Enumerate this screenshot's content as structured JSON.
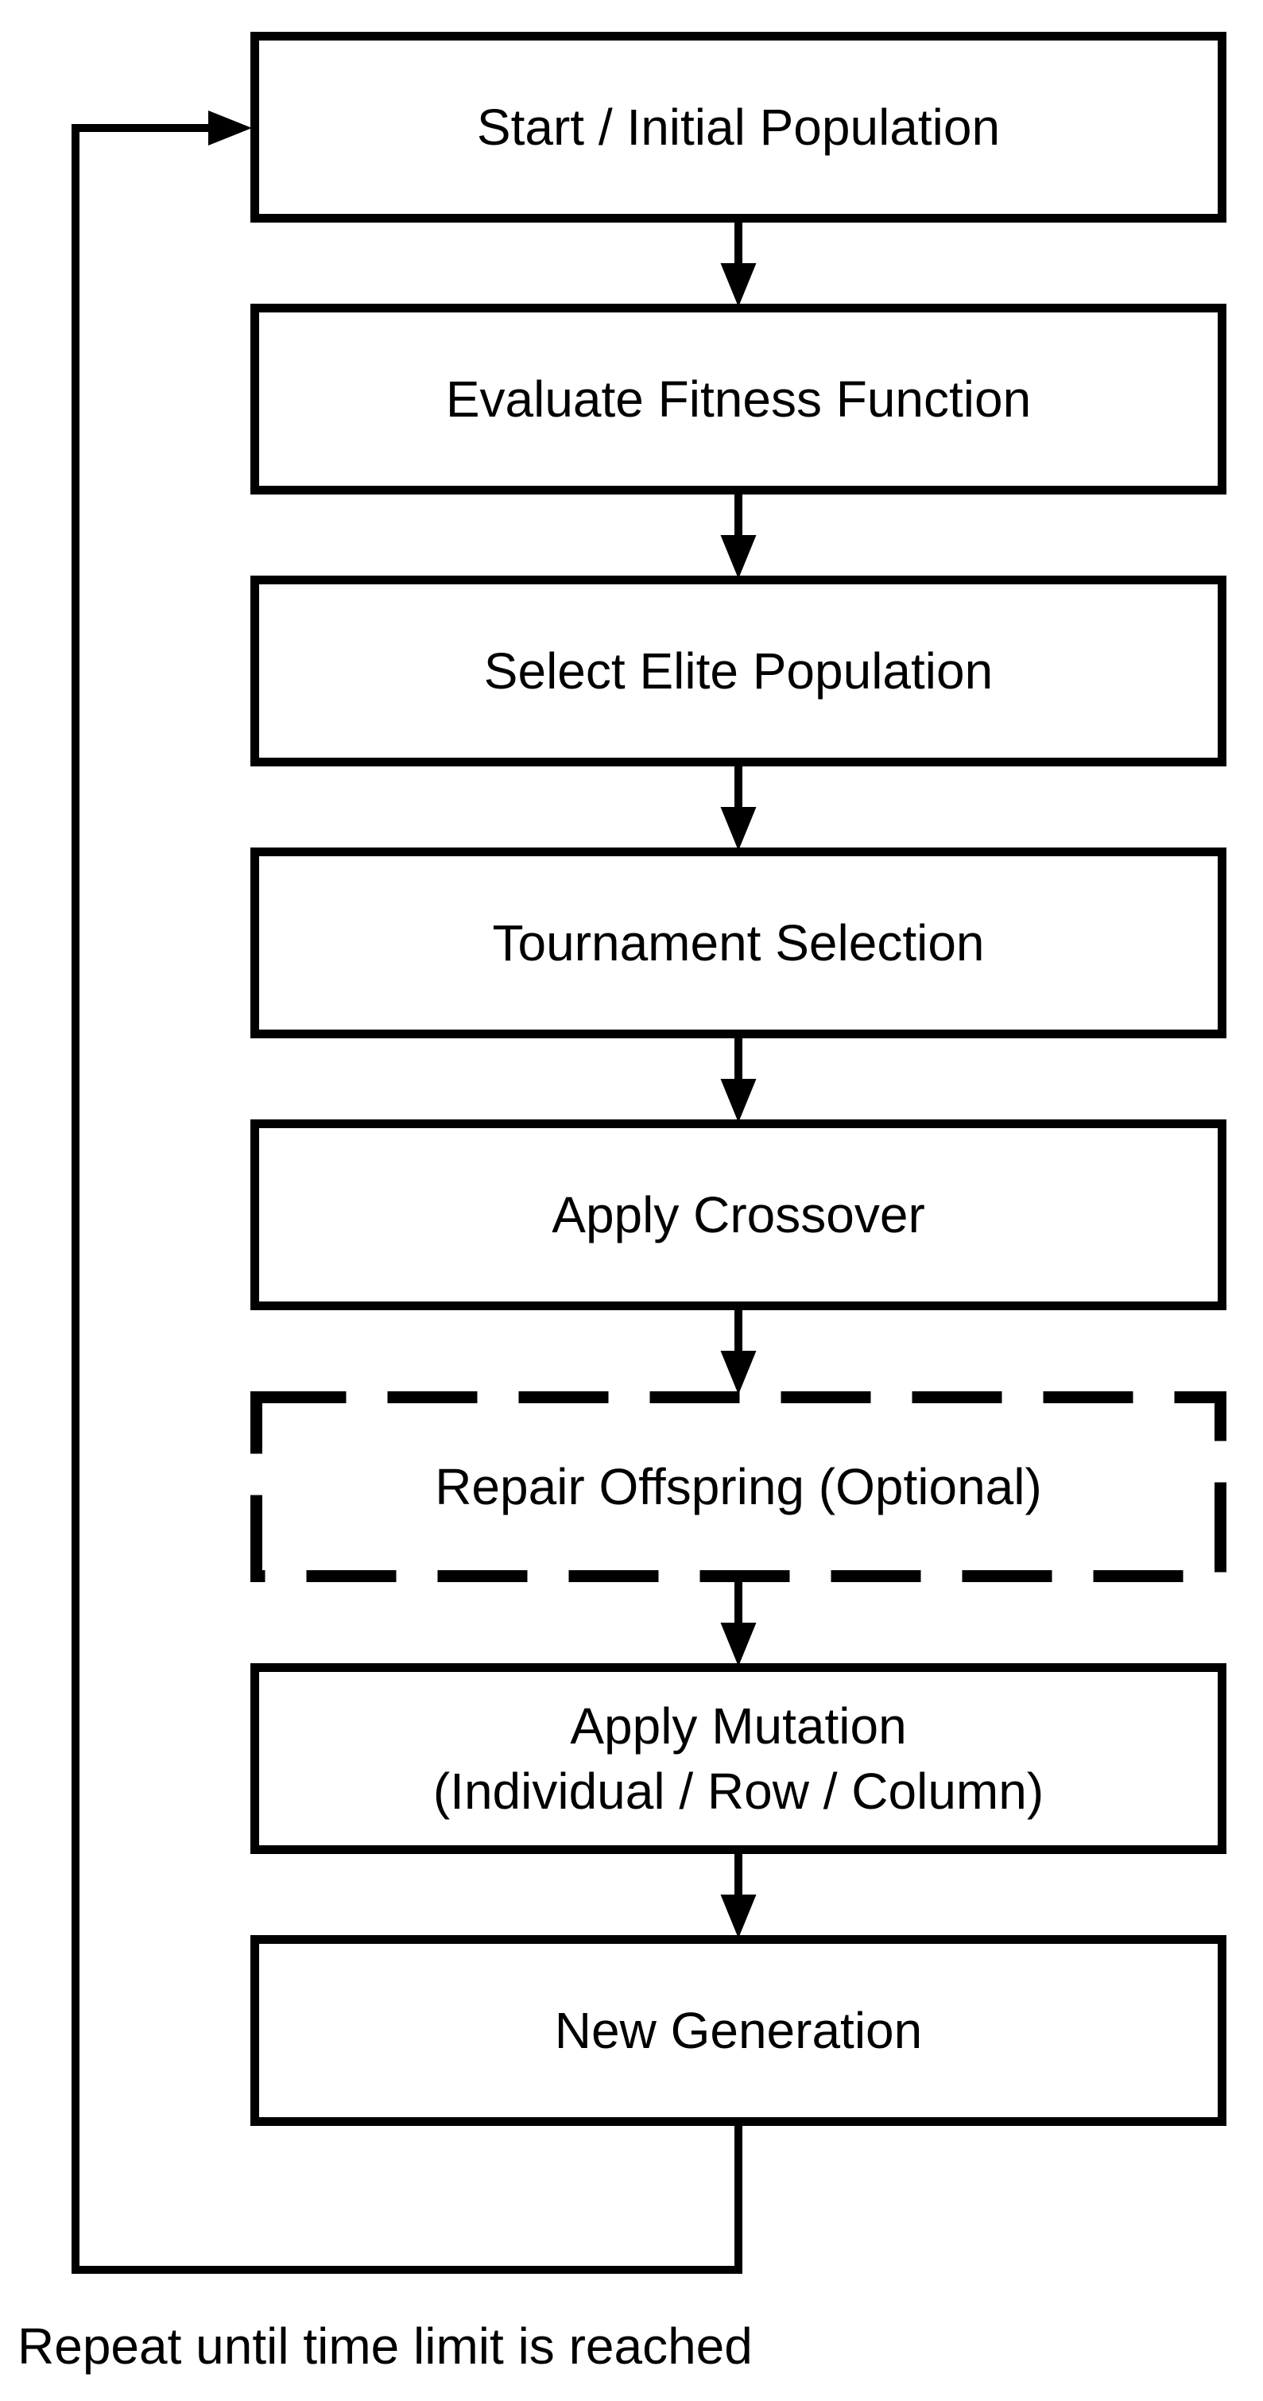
{
  "figure": {
    "type": "flowchart",
    "background_color": "#ffffff",
    "line_color": "#000000",
    "caption": "Repeat until time limit is reached"
  },
  "nodes": [
    {
      "id": "start",
      "label": "Start / Initial Population",
      "border": "solid"
    },
    {
      "id": "evaluate-fitness",
      "label": "Evaluate Fitness Function",
      "border": "solid"
    },
    {
      "id": "select-elite",
      "label": "Select Elite Population",
      "border": "solid"
    },
    {
      "id": "tournament-selection",
      "label": "Tournament Selection",
      "border": "solid"
    },
    {
      "id": "apply-crossover",
      "label": "Apply Crossover",
      "border": "solid"
    },
    {
      "id": "repair-offspring",
      "label": "Repair Offspring (Optional)",
      "border": "dashed"
    },
    {
      "id": "apply-mutation",
      "label": "Apply Mutation",
      "label_line2": "(Individual / Row / Column)",
      "border": "solid"
    },
    {
      "id": "new-generation",
      "label": "New Generation",
      "border": "solid"
    }
  ],
  "edges": [
    {
      "from": "start",
      "to": "evaluate-fitness",
      "type": "arrow-down"
    },
    {
      "from": "evaluate-fitness",
      "to": "select-elite",
      "type": "arrow-down"
    },
    {
      "from": "select-elite",
      "to": "tournament-selection",
      "type": "arrow-down"
    },
    {
      "from": "tournament-selection",
      "to": "apply-crossover",
      "type": "arrow-down"
    },
    {
      "from": "apply-crossover",
      "to": "repair-offspring",
      "type": "arrow-down"
    },
    {
      "from": "repair-offspring",
      "to": "apply-mutation",
      "type": "arrow-down"
    },
    {
      "from": "apply-mutation",
      "to": "new-generation",
      "type": "arrow-down"
    },
    {
      "from": "new-generation",
      "to": "start",
      "type": "loop-back",
      "label": "Repeat until time limit is reached"
    }
  ]
}
